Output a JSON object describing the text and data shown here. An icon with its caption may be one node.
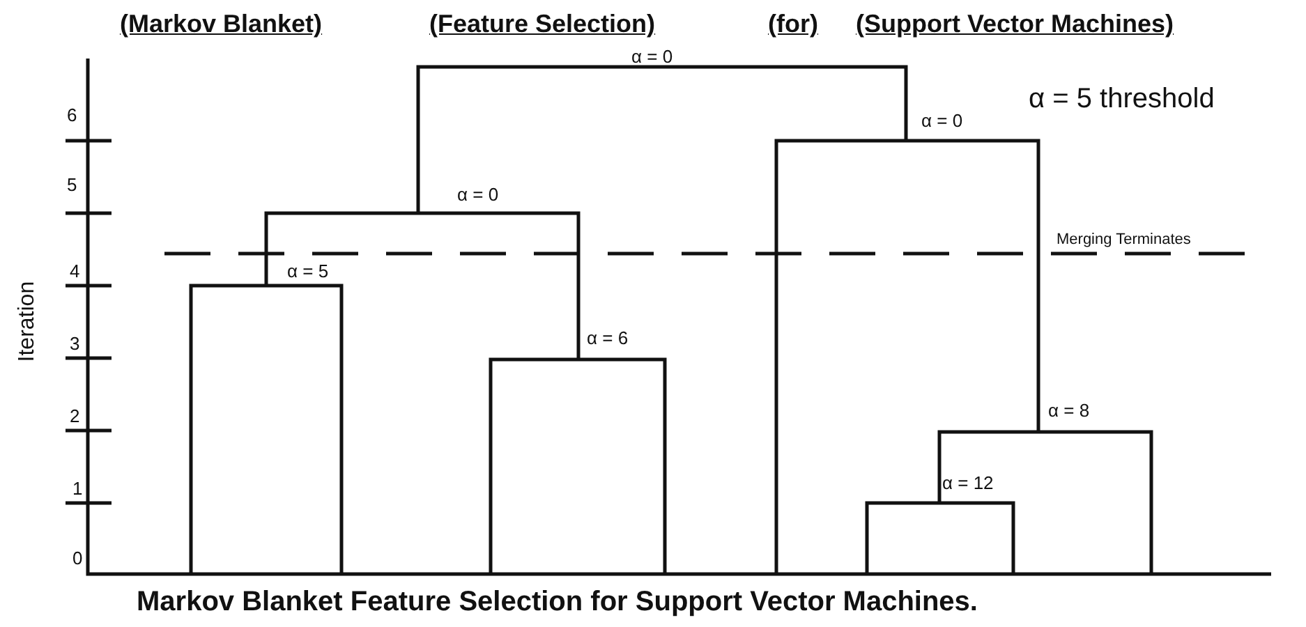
{
  "diagram": {
    "caption": "Markov Blanket Feature Selection for Support Vector Machines.",
    "labels": [
      "(Markov Blanket)",
      "(Feature Selection)",
      "(for)",
      "(Support Vector Machines)",
      "α = 0",
      "α = 5 threshold",
      "6",
      "α = 0",
      "5",
      "α = 0",
      "Merging Terminates",
      "Iteration",
      "4",
      "α = 5",
      "3",
      "α = 6",
      "2",
      "α = 8",
      "1",
      "α = 12",
      "0"
    ]
  }
}
